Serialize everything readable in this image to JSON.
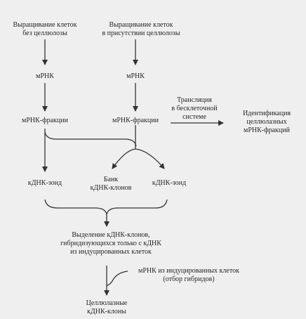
{
  "diagram": {
    "left_top": "Выращивание клеток\nбез целлюлозы",
    "right_top": "Выращивание клеток\nв присутствии целлюлозы",
    "mrna_left": "мРНК",
    "mrna_right": "мРНК",
    "fractions_left": "мРНК-фракции",
    "fractions_right": "мРНК-фракции",
    "translation": "Трансляция\nв бесклеточной\nсистеме",
    "identification": "Идентификация\nцеллюлазных\nмРНК-фракций",
    "probe_left": "кДНК-зонд",
    "bank": "Банк\nкДНК-клонов",
    "probe_right": "кДНК-зонд",
    "selection": "Выделение кДНК-клонов,\nгибридизующихся только с кДНК\nиз индуцированных клеток",
    "mrna_induced": "мРНК из индуцированных клеток\n(отбор гибридов)",
    "cellulase_clones": "Целлюлазные\nкДНК-клоны"
  }
}
